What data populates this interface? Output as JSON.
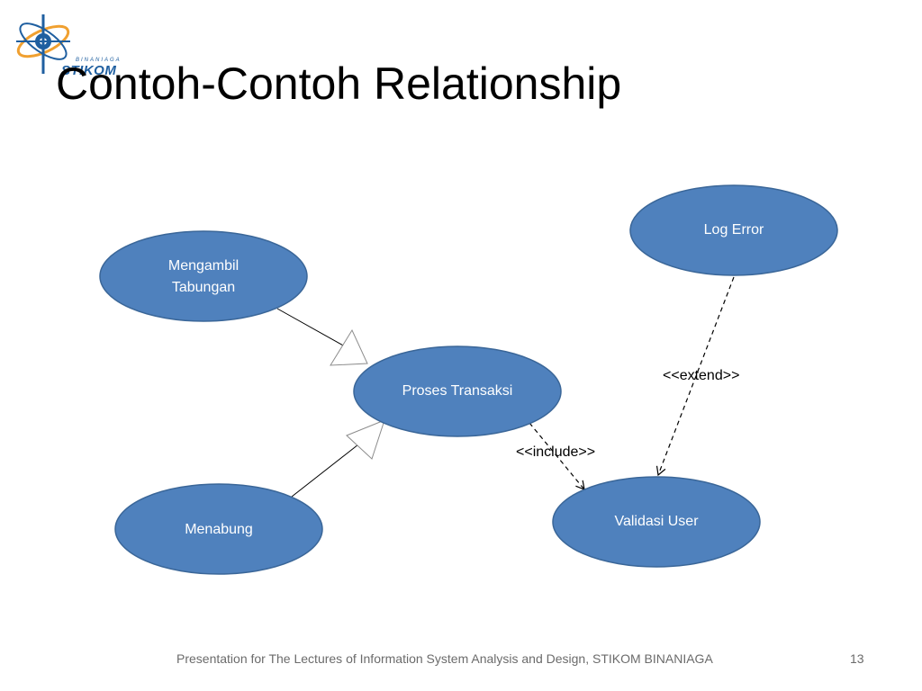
{
  "slide": {
    "logo": {
      "small_text": "BINANIAGA",
      "text": "STIKOM"
    },
    "title": "Contoh-Contoh Relationship",
    "footer": "Presentation for The Lectures of Information System Analysis and Design, STIKOM BINANIAGA",
    "page_number": "13"
  },
  "diagram": {
    "use_cases": {
      "mengambil_tabungan": "Mengambil\nTabungan",
      "menabung": "Menabung",
      "proses_transaksi": "Proses Transaksi",
      "log_error": "Log Error",
      "validasi_user": "Validasi User"
    },
    "relations": {
      "include": "<<include>>",
      "extend": "<<extend>>"
    },
    "colors": {
      "use_case_fill": "#4f81bd",
      "use_case_stroke": "#3a6698",
      "logo_blue": "#1f5fa0",
      "logo_orange": "#f0a030"
    }
  }
}
